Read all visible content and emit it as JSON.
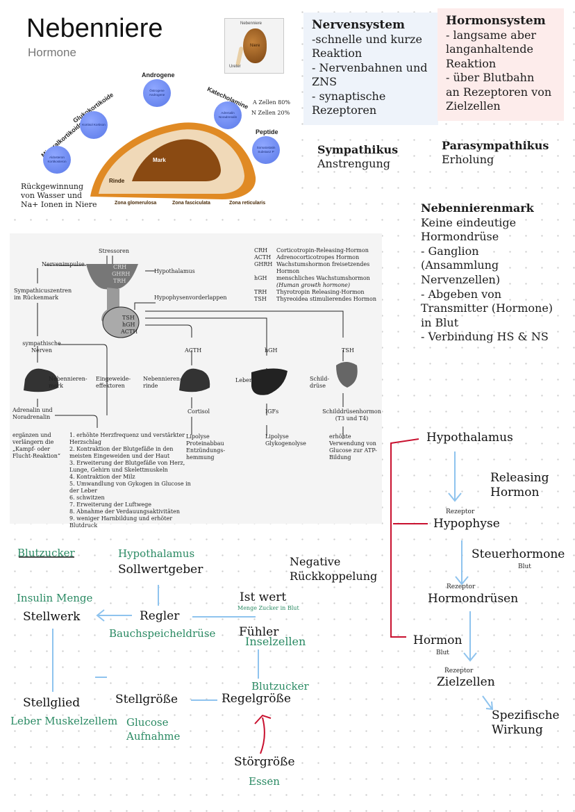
{
  "header": {
    "title": "Nebenniere",
    "subtitle": "Hormone"
  },
  "kidney_inset": {
    "label_top": "Nebenniere",
    "label_mid": "Niere",
    "label_bottom": "Ureter"
  },
  "illustration": {
    "bubbles": [
      {
        "title": "Mineralkortikoide",
        "content": "Aldosteron Kortikosteron"
      },
      {
        "title": "Glukokortikoide",
        "content": "Kortisol Kortison"
      },
      {
        "title": "Androgene",
        "content": "Östrogene Androgene"
      },
      {
        "title": "Katecholamine",
        "content": "Adrenalin Noradrenalin"
      },
      {
        "title": "Peptide",
        "content": "Somatostatin Substanz P"
      }
    ],
    "cell_notes": [
      "A Zellen 80%",
      "N Zellen 20%"
    ],
    "mark_label": "Mark",
    "rinde_label": "Rinde",
    "zones": [
      "Zona glomerulosa",
      "Zona fasciculata",
      "Zona reticularis"
    ],
    "note": "Rückgewinnung von Wasser und Na+ Ionen in Niere"
  },
  "nervensystem": {
    "title": "Nervensystem",
    "lines": [
      "-schnelle und kurze",
      "Reaktion",
      "- Nervenbahnen und",
      "ZNS",
      "- synaptische",
      "Rezeptoren"
    ]
  },
  "hormonsystem": {
    "title": "Hormonsystem",
    "lines": [
      "- langsame aber",
      "langanhaltende",
      "Reaktion",
      "- über Blutbahn",
      "an Rezeptoren von",
      "Zielzellen"
    ]
  },
  "sympathikus": {
    "title": "Sympathikus",
    "text": "Anstrengung"
  },
  "parasympathikus": {
    "title": "Parasympathikus",
    "text": "Erholung"
  },
  "nebennierenmark": {
    "title": "Nebennierenmark",
    "lines": [
      "Keine eindeutige",
      "Hormondrüse",
      "- Ganglion",
      "(Ansammlung",
      "Nervenzellen)",
      "- Abgeben von",
      "Transmitter (Hormone)",
      "in Blut",
      "- Verbindung HS & NS"
    ]
  },
  "scan": {
    "stressoren": "Stressoren",
    "nervenimpulse": "Nervenimpulse",
    "hypothalamus": "Hypothalamus",
    "hypophysenvorderlappen": "Hypophysenvorderlappen",
    "hypothalamus_hormones": [
      "CRH",
      "GHRH",
      "TRH"
    ],
    "hypophyse_hormones": [
      "TSH",
      "hGH",
      "ACTH"
    ],
    "sympathicuszentren": "Sympathicuszentren im Rückenmark",
    "sympathische_nerven": "sympathische Nerven",
    "nebennierenmark": "Nebennieren-mark",
    "eingeweideeffektoren": "Eingeweide-effektoren",
    "adrenalin": "Adrenalin und Noradrenalin",
    "ergaenzen": "ergänzen und verlängern die „Kampf- oder Flucht-Reaktion“",
    "effects": [
      "1. erhöhte Herzfrequenz und verstärkter Herzschlag",
      "2. Kontraktion der Blutgefäße in den meisten Eingeweiden und der Haut",
      "3. Erweiterung der Blutgefäße von Herz, Lunge, Gehirn und Skelettmuskeln",
      "4. Kontraktion der Milz",
      "5. Umwandlung von Gykogen in Glucose in der Leber",
      "6. schwitzen",
      "7. Erweiterung der Luftwege",
      "8. Abnahme der Verdauungsaktivitäten",
      "9. weniger Harnbildung und erhöter Blutdruck"
    ],
    "acth_col": {
      "hormone": "ACTH",
      "organ": "Nebennieren-rinde",
      "product": "Cortisol",
      "effect": "Lipolyse Proteinabbau Entzündungs-hemmung"
    },
    "hgh_col": {
      "hormone": "hGH",
      "organ": "Leber",
      "product": "IGFs",
      "effect": "Lipolyse Glykogenolyse"
    },
    "tsh_col": {
      "hormone": "TSH",
      "organ": "Schild-drüse",
      "product": "Schilddrüsenhormon (T3 und T4)",
      "effect": "erhöhte Verwendung von Glucose zur ATP-Bildung"
    },
    "legend": [
      {
        "abbr": "CRH",
        "full": "Corticotropin-Releasing-Hormon"
      },
      {
        "abbr": "ACTH",
        "full": "Adrenocorticotropes Hormon"
      },
      {
        "abbr": "GHRH",
        "full": "Wachstumshormon freisetzendes Hormon"
      },
      {
        "abbr": "hGH",
        "full": "menschliches Wachstumshormon"
      },
      {
        "abbr": "",
        "full": "(Human growth hormone)"
      },
      {
        "abbr": "TRH",
        "full": "Thyrotropin Releasing-Hormon"
      },
      {
        "abbr": "TSH",
        "full": "Thyreoidea stimulierendes Hormon"
      }
    ]
  },
  "hormone_chain": {
    "hypothalamus": "Hypothalamus",
    "releasing": "Releasing Hormon",
    "rezeptor1": "Rezeptor",
    "hypophyse": "Hypophyse",
    "steuerhormone": "Steuerhormone",
    "blut1": "Blut",
    "rezeptor2": "Rezeptor",
    "hormondruesen": "Hormondrüsen",
    "hormon": "Hormon",
    "blut2": "Blut",
    "rezeptor3": "Rezeptor",
    "zielzellen": "Zielzellen",
    "wirkung": "Spezifische Wirkung"
  },
  "regelkreis": {
    "topic": "Blutzucker",
    "hypothalamus": "Hypothalamus",
    "sollwertgeber": "Sollwertgeber",
    "negative": "Negative Rückkoppelung",
    "istwert": "Ist wert",
    "istwert_note": "Menge Zucker in Blut",
    "insulin": "Insulin Menge",
    "stellwerk": "Stellwerk",
    "regler": "Regler",
    "bauchspeicheldruese": "Bauchspeicheldrüse",
    "fuehler": "Fühler",
    "inselzellen": "Inselzellen",
    "blutzucker2": "Blutzucker",
    "stellglied": "Stellglied",
    "stellgroesse": "Stellgröße",
    "regelgroesse": "Regelgröße",
    "leber": "Leber Muskelzellem",
    "glucose": "Glucose Aufnahme",
    "stoergroesse": "Störgröße",
    "essen": "Essen"
  },
  "colors": {
    "blue_arrow": "#8ec3ee",
    "red_bracket": "#c8102e",
    "green_note": "#2a8a63",
    "blue_box": "#eef3fa",
    "red_box": "#fdeceb"
  }
}
